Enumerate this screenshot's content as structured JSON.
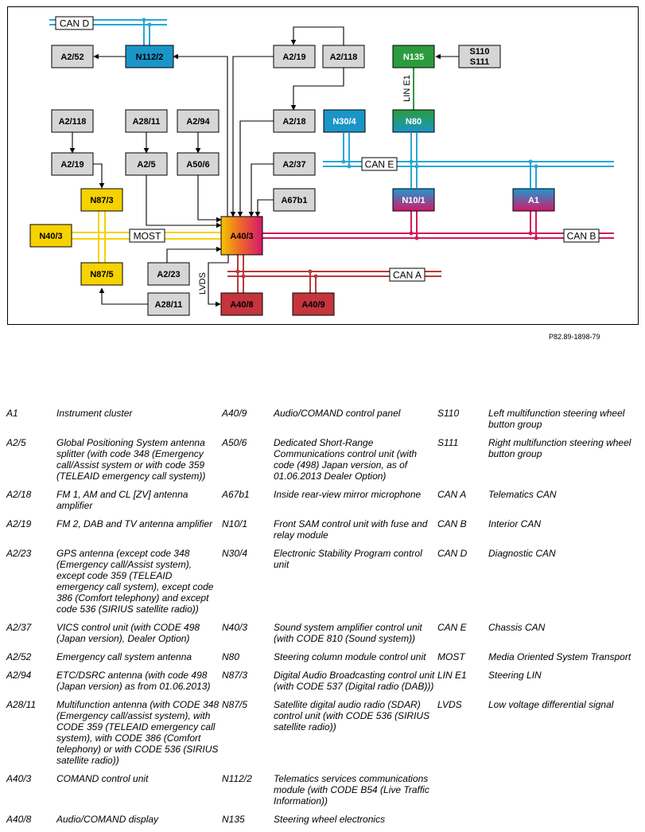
{
  "figure_id": "P82.89-1898-79",
  "colors": {
    "can_d": "#29a6d4",
    "can_e": "#29a6d4",
    "can_b": "#d4185c",
    "can_a": "#b83a3a",
    "most": "#f5d200",
    "lin": "#2e9a48",
    "gray_box": "#d6d6d6",
    "yellow_box": "#f5d200",
    "blue_box": "#1a95c8",
    "green_box": "#2b9c3e",
    "red_box": "#c4353d"
  },
  "diagram": {
    "buses": {
      "can_d": "CAN D",
      "can_e": "CAN E",
      "can_b": "CAN B",
      "can_a": "CAN A",
      "most": "MOST",
      "lin_e1": "LIN E1",
      "lvds": "LVDS"
    },
    "nodes": {
      "a2_52": "A2/52",
      "n112_2": "N112/2",
      "a2_19_top": "A2/19",
      "a2_118_top": "A2/118",
      "n135": "N135",
      "s110": "S110",
      "s111": "S111",
      "a2_118_left": "A2/118",
      "a28_11_top": "A28/11",
      "a2_94": "A2/94",
      "a2_18": "A2/18",
      "n30_4": "N30/4",
      "n80": "N80",
      "a2_19_left": "A2/19",
      "a2_5": "A2/5",
      "a50_6": "A50/6",
      "a2_37": "A2/37",
      "n87_3": "N87/3",
      "a67b1": "A67b1",
      "n10_1": "N10/1",
      "a1": "A1",
      "n40_3": "N40/3",
      "a40_3": "A40/3",
      "n87_5": "N87/5",
      "a2_23": "A2/23",
      "a28_11_bottom": "A28/11",
      "a40_8": "A40/8",
      "a40_9": "A40/9"
    }
  },
  "legend": [
    [
      {
        "code": "A1",
        "desc": "Instrument cluster"
      },
      {
        "code": "A40/9",
        "desc": "Audio/COMAND control panel"
      },
      {
        "code": "S110",
        "desc": "Left multifunction steering wheel button group"
      }
    ],
    [
      {
        "code": "A2/5",
        "desc": "Global Positioning System antenna splitter (with code 348 (Emergency call/Assist system or with code 359 (TELEAID emergency call system))"
      },
      {
        "code": "A50/6",
        "desc": "Dedicated Short-Range Communications control unit (with code (498) Japan version, as of 01.06.2013 Dealer Option)"
      },
      {
        "code": "S111",
        "desc": "Right multifunction steering wheel button group"
      }
    ],
    [
      {
        "code": "A2/18",
        "desc": "FM 1, AM and CL [ZV] antenna amplifier"
      },
      {
        "code": "A67b1",
        "desc": "Inside rear-view mirror microphone"
      },
      {
        "code": "CAN A",
        "desc": "Telematics CAN"
      }
    ],
    [
      {
        "code": "A2/19",
        "desc": "FM 2, DAB and TV antenna amplifier"
      },
      {
        "code": "N10/1",
        "desc": "Front SAM control unit with fuse and relay module"
      },
      {
        "code": "CAN B",
        "desc": "Interior CAN"
      }
    ],
    [
      {
        "code": "A2/23",
        "desc": "GPS antenna (except code 348 (Emergency call/Assist system), except code 359 (TELEAID emergency call system), except code 386 (Comfort telephony) and except code 536 (SIRIUS satellite radio))"
      },
      {
        "code": "N30/4",
        "desc": "Electronic Stability Program control unit"
      },
      {
        "code": "CAN D",
        "desc": "Diagnostic CAN"
      }
    ],
    [
      {
        "code": "A2/37",
        "desc": "VICS control unit (with CODE 498 (Japan version), Dealer Option)"
      },
      {
        "code": "N40/3",
        "desc": "Sound system amplifier control unit (with CODE 810 (Sound system))"
      },
      {
        "code": "CAN E",
        "desc": "Chassis CAN"
      }
    ],
    [
      {
        "code": "A2/52",
        "desc": "Emergency call system antenna"
      },
      {
        "code": "N80",
        "desc": "Steering column module control unit"
      },
      {
        "code": "MOST",
        "desc": "Media Oriented System Transport"
      }
    ],
    [
      {
        "code": "A2/94",
        "desc": "ETC/DSRC antenna (with code 498 (Japan version) as from 01.06.2013)"
      },
      {
        "code": "N87/3",
        "desc": "Digital Audio Broadcasting control unit (with CODE 537 (Digital radio (DAB)))"
      },
      {
        "code": "LIN E1",
        "desc": "Steering LIN"
      }
    ],
    [
      {
        "code": "A28/11",
        "desc": "Multifunction antenna (with CODE 348 (Emergency call/assist system), with CODE 359 (TELEAID emergency call system), with CODE 386 (Comfort telephony) or with CODE 536 (SIRIUS satellite radio))"
      },
      {
        "code": "N87/5",
        "desc": "Satellite digital audio radio (SDAR) control unit (with CODE 536 (SIRIUS satellite radio))"
      },
      {
        "code": "LVDS",
        "desc": "Low voltage differential signal"
      }
    ],
    [
      {
        "code": "A40/3",
        "desc": "COMAND control unit"
      },
      {
        "code": "N112/2",
        "desc": "Telematics services communications module (with CODE B54 (Live Traffic Information))"
      },
      {
        "code": "",
        "desc": ""
      }
    ],
    [
      {
        "code": "A40/8",
        "desc": "Audio/COMAND display"
      },
      {
        "code": "N135",
        "desc": "Steering wheel electronics"
      },
      {
        "code": "",
        "desc": ""
      }
    ]
  ]
}
